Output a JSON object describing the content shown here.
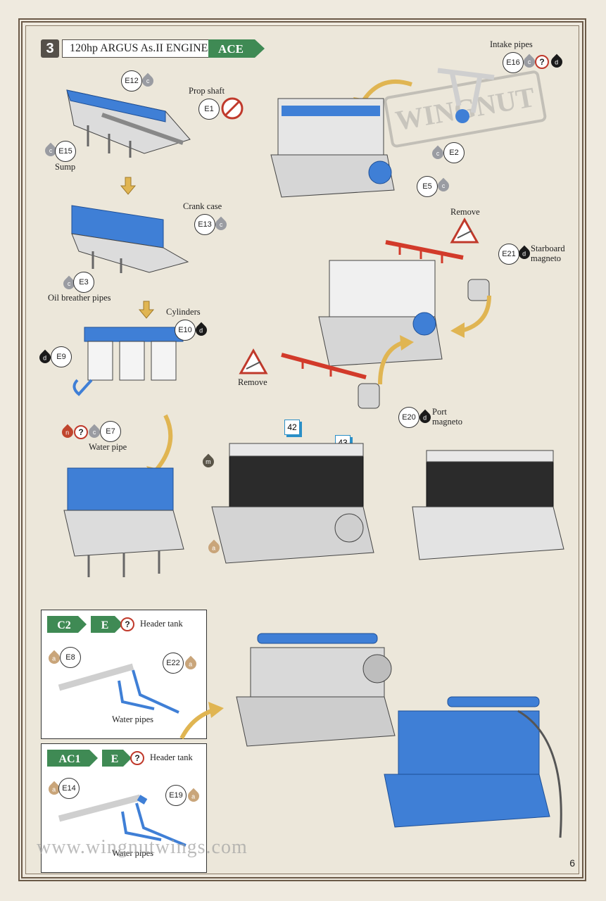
{
  "step": {
    "number": "3",
    "title": "120hp ARGUS As.II ENGINE",
    "version": "ACE"
  },
  "labels": {
    "prop_shaft": "Prop shaft",
    "sump": "Sump",
    "crank_case": "Crank case",
    "oil_breather": "Oil breather pipes",
    "cylinders": "Cylinders",
    "water_pipe": "Water pipe",
    "intake_pipes": "Intake pipes",
    "remove_top": "Remove",
    "remove_left": "Remove",
    "starboard_magneto": "Starboard\nmagneto",
    "port_magneto": "Port\nmagneto"
  },
  "callouts": {
    "e12": "E12",
    "e1": "E1",
    "e15": "E15",
    "e13": "E13",
    "e3": "E3",
    "e10": "E10",
    "e9": "E9",
    "e7": "E7",
    "e16": "E16",
    "e2": "E2",
    "e5": "E5",
    "e21": "E21",
    "e20": "E20"
  },
  "paint": {
    "c": "c",
    "d": "d",
    "n": "n",
    "a": "a",
    "m": "m"
  },
  "decals": {
    "d42": "42",
    "d43": "43"
  },
  "inset_c2": {
    "version1": "C2",
    "version2": "E",
    "title": "Header tank",
    "part1": "E8",
    "part2": "E22",
    "caption": "Water pipes"
  },
  "inset_ac1": {
    "version1": "AC1",
    "version2": "E",
    "title": "Header tank",
    "part1": "E14",
    "part2": "E19",
    "caption": "Water pipes"
  },
  "footer": {
    "website": "www.wingnutwings.com",
    "page": "6"
  },
  "colors": {
    "part_blue": "#3f7fd6",
    "remove_red": "#d23a2a",
    "arrow_gold": "#e0b552",
    "flag_green": "#3f8a54"
  }
}
